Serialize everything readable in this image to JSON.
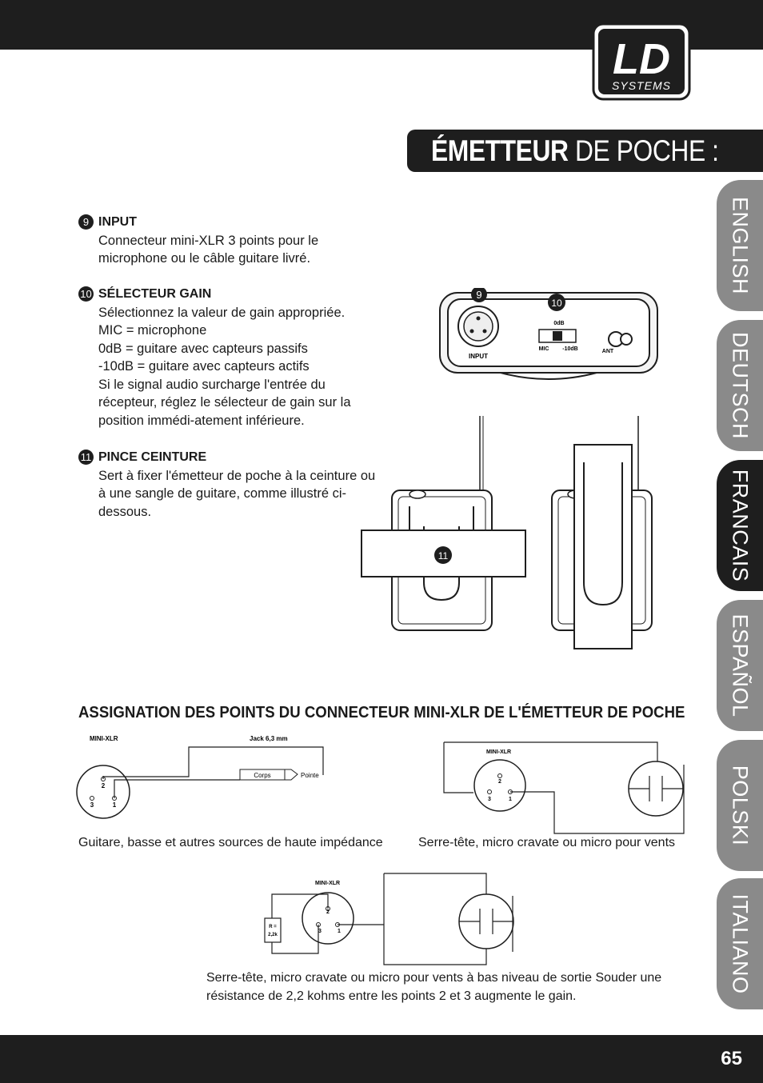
{
  "header": {
    "title_bold": "ÉMETTEUR",
    "title_rest": " DE POCHE :",
    "logo_main": "LD",
    "logo_sub": "SYSTEMS"
  },
  "language_tabs": [
    {
      "label": "ENGLISH",
      "active": false
    },
    {
      "label": "DEUTSCH",
      "active": false
    },
    {
      "label": "FRANCAIS",
      "active": true
    },
    {
      "label": "ESPAÑOL",
      "active": false
    },
    {
      "label": "POLSKI",
      "active": false
    },
    {
      "label": "ITALIANO",
      "active": false
    }
  ],
  "items": [
    {
      "num": "9",
      "heading": "INPUT",
      "text": "Connecteur mini-XLR 3 points pour le microphone ou le câble guitare livré."
    },
    {
      "num": "10",
      "heading": "SÉLECTEUR GAIN",
      "text": "Sélectionnez la valeur de gain appropriée.\nMIC = microphone\n0dB = guitare avec capteurs passifs\n-10dB = guitare avec capteurs actifs\nSi le signal audio surcharge l'entrée du récepteur, réglez le sélecteur de gain sur la position immédi-atement inférieure."
    },
    {
      "num": "11",
      "heading": "PINCE CEINTURE",
      "text": "Sert à fixer l'émetteur de poche à la ceinture ou à une sangle de guitare, comme illustré ci-dessous."
    }
  ],
  "device_labels": {
    "callout_9": "9",
    "callout_10": "10",
    "callout_11": "11",
    "input": "INPUT",
    "zero_db": "0dB",
    "mic": "MIC",
    "minus10db": "-10dB",
    "ant": "ANT"
  },
  "section_title": "ASSIGNATION DES POINTS DU CONNECTEUR MINI-XLR DE L'ÉMETTEUR DE POCHE",
  "diagram1": {
    "mini_xlr": "MINI-XLR",
    "jack": "Jack 6,3 mm",
    "corps": "Corps",
    "pointe": "Pointe",
    "pin2": "2",
    "pin3": "3",
    "pin1": "1",
    "caption": "Guitare, basse et autres sources de haute impédance"
  },
  "diagram2": {
    "mini_xlr": "MINI-XLR",
    "pin2": "2",
    "pin3": "3",
    "pin1": "1",
    "caption": "Serre-tête, micro cravate ou micro pour vents"
  },
  "diagram3": {
    "mini_xlr": "MINI-XLR",
    "r_label": "R =",
    "r_value": "2,2k",
    "pin2": "2",
    "pin3": "3",
    "pin1": "1",
    "caption": "Serre-tête, micro cravate ou micro pour vents à bas niveau de sortie Souder une résistance de 2,2 kohms entre les points 2 et 3 augmente le gain."
  },
  "page_number": "65"
}
